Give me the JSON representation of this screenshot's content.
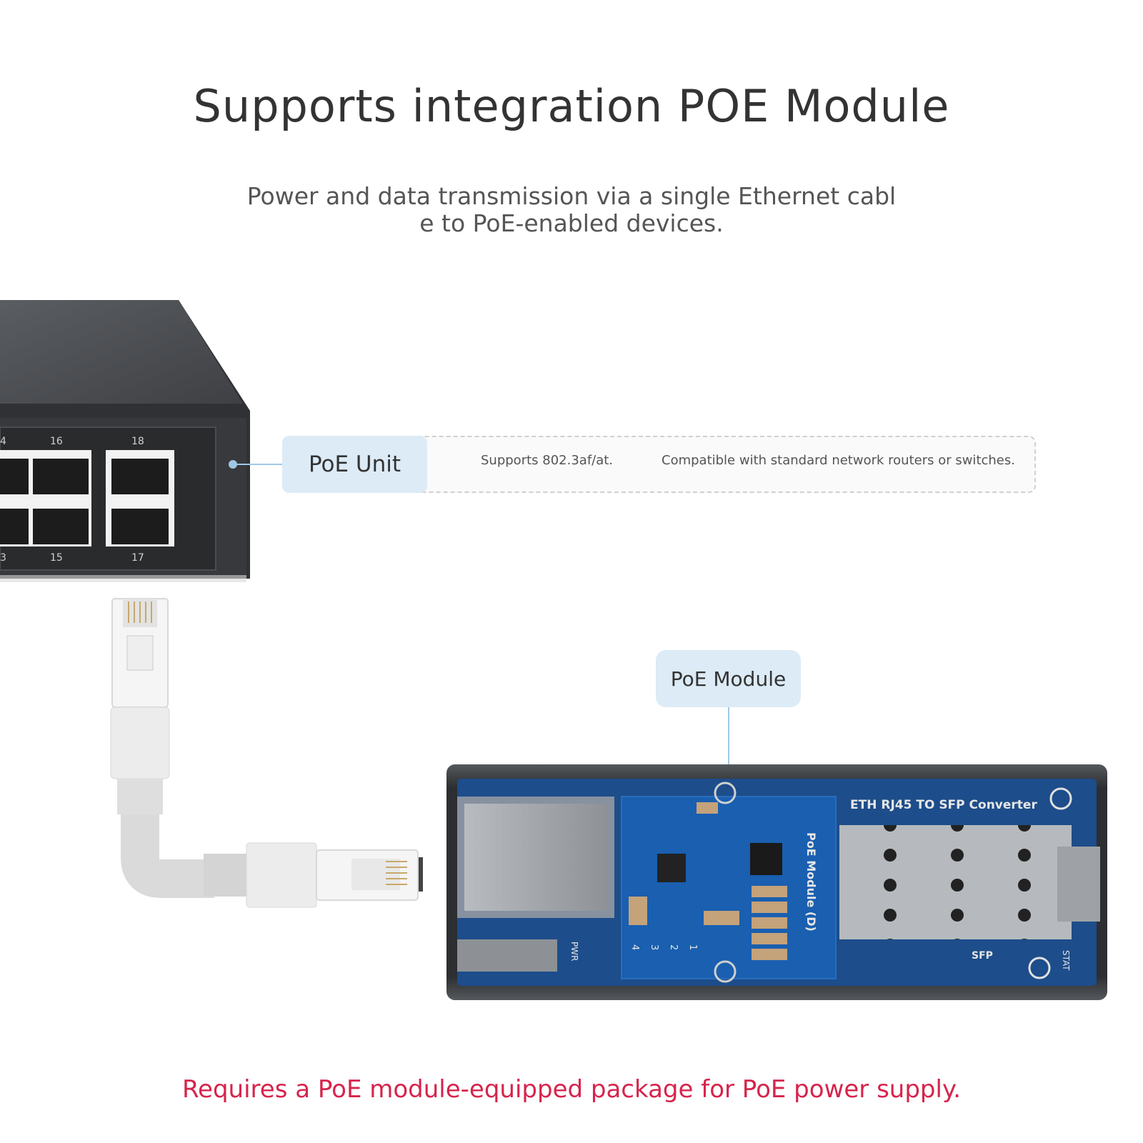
{
  "title": "Supports integration POE Module",
  "subtitle": {
    "line1": "Power and data transmission via a single Ethernet cabl",
    "line2": "e to PoE-enabled devices."
  },
  "switch": {
    "port_numbers": [
      "4",
      "16",
      "18",
      "3",
      "15",
      "17"
    ]
  },
  "poe_unit": {
    "label": "PoE Unit",
    "spec1": "Supports 802.3af/at.",
    "spec2": "Compatible with standard network routers or switches."
  },
  "poe_module": {
    "label": "PoE Module"
  },
  "converter": {
    "board_title": "ETH RJ45 TO SFP Converter",
    "module_text": "PoE Module (D)",
    "pwr_label": "PWR",
    "sfp_label": "SFP",
    "stat_label": "STAT",
    "pin_labels": [
      "4",
      "3",
      "2",
      "1"
    ]
  },
  "footnote": "Requires a PoE module-equipped package for PoE power supply.",
  "colors": {
    "label_fill": "#dcebf6",
    "footnote": "#d6244c",
    "pcb": "#1d4d8a",
    "switch_body": "#3a3c3f"
  }
}
